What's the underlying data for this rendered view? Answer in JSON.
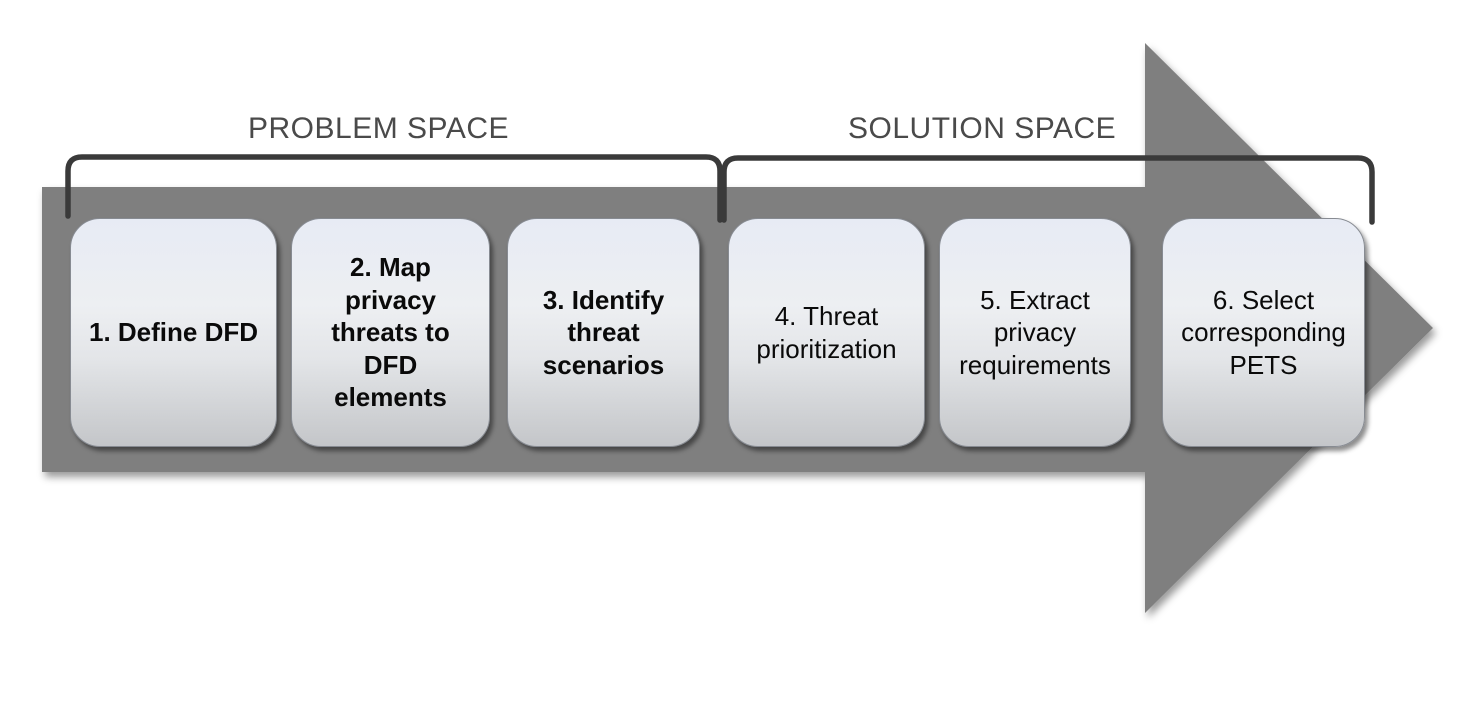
{
  "diagram": {
    "spaces": {
      "problem": {
        "label": "PROBLEM SPACE"
      },
      "solution": {
        "label": "SOLUTION SPACE"
      }
    },
    "steps": [
      {
        "label": "1. Define DFD",
        "emphasis": "bold",
        "space": "problem"
      },
      {
        "label": "2. Map\nprivacy\nthreats to\nDFD\nelements",
        "emphasis": "bold",
        "space": "problem"
      },
      {
        "label": "3. Identify\nthreat\nscenarios",
        "emphasis": "bold",
        "space": "problem"
      },
      {
        "label": "4. Threat\nprioritization",
        "emphasis": "regular",
        "space": "solution"
      },
      {
        "label": "5. Extract\nprivacy\nrequirements",
        "emphasis": "regular",
        "space": "solution"
      },
      {
        "label": "6. Select\ncorresponding\nPETS",
        "emphasis": "regular",
        "space": "solution"
      }
    ],
    "colors": {
      "arrow_gray": "#7f7f7f",
      "bracket_dark": "#3a3a3a",
      "label_gray": "#4a4a4a",
      "box_gradient_top": "#e7ebf4",
      "box_gradient_bottom": "#c4c6c9",
      "box_border": "#878b92",
      "box_text": "#0a0a0a",
      "background": "#ffffff"
    }
  }
}
